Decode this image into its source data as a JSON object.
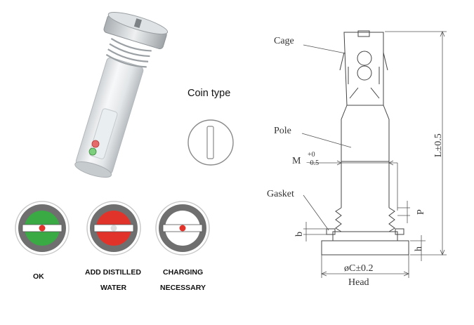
{
  "coin": {
    "label": "Coin type"
  },
  "indicators": [
    {
      "label_lines": [
        "OK"
      ],
      "center_color": "#3aaa45"
    },
    {
      "label_lines": [
        "ADD DISTILLED",
        "WATER"
      ],
      "center_color": "#e2332b"
    },
    {
      "label_lines": [
        "CHARGING",
        "NECESSARY"
      ],
      "center_color": "#ffffff"
    }
  ],
  "drawing": {
    "cage": "Cage",
    "pole": "Pole",
    "gasket": "Gasket",
    "m_label": "M",
    "m_tol_plus": "+0",
    "m_tol_minus": "−0.5",
    "l_label": "L±0.5",
    "p_label": "P",
    "b_label": "b",
    "h_label": "h",
    "c_label": "øC±0.2",
    "head_label": "Head"
  },
  "colors": {
    "ok_green": "#3aaa45",
    "warn_red": "#e2332b",
    "ring_gray": "#6f6f6f"
  }
}
